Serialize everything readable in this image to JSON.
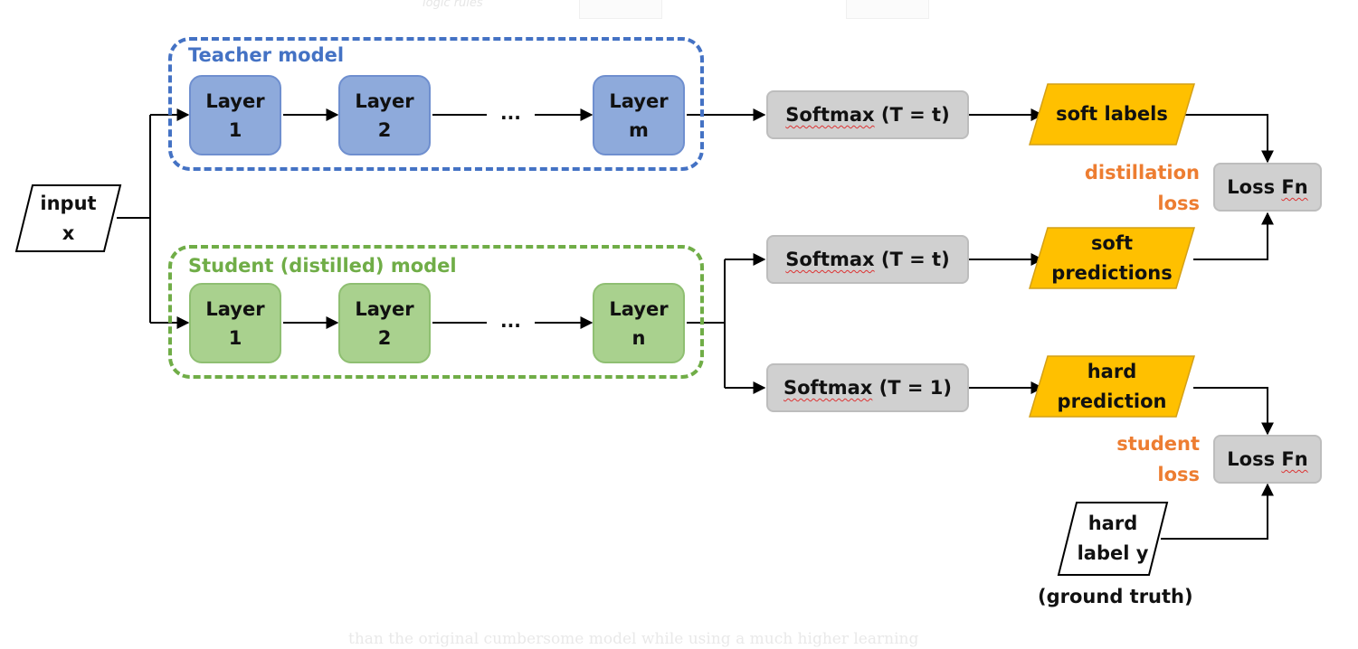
{
  "background_remnants": {
    "top_caption": "logic rules",
    "bottom_caption": "than the original cumbersome model while using a much higher learning"
  },
  "input": {
    "line1": "input",
    "line2": "x"
  },
  "teacher": {
    "title": "Teacher model",
    "layers": [
      {
        "line1": "Layer",
        "line2": "1"
      },
      {
        "line1": "Layer",
        "line2": "2"
      },
      {
        "line1": "Layer",
        "line2": "m"
      }
    ],
    "ellipsis": "..."
  },
  "student": {
    "title": "Student (distilled) model",
    "layers": [
      {
        "line1": "Layer",
        "line2": "1"
      },
      {
        "line1": "Layer",
        "line2": "2"
      },
      {
        "line1": "Layer",
        "line2": "n"
      }
    ],
    "ellipsis": "..."
  },
  "softmax": [
    {
      "name": "Softmax",
      "param": "(T = t)"
    },
    {
      "name": "Softmax",
      "param": "(T = t)"
    },
    {
      "name": "Softmax",
      "param": "(T = 1)"
    }
  ],
  "outputs": {
    "soft_labels": {
      "line1": "soft labels"
    },
    "soft_predictions": {
      "line1": "soft",
      "line2": "predictions"
    },
    "hard_prediction": {
      "line1": "hard",
      "line2": "prediction"
    }
  },
  "losses": {
    "distillation": {
      "word1": "distillation",
      "word2": "loss",
      "box": {
        "w1": "Loss",
        "w2": "Fn"
      }
    },
    "student": {
      "word1": "student",
      "word2": "loss",
      "box": {
        "w1": "Loss",
        "w2": "Fn"
      }
    }
  },
  "hard_label": {
    "line1": "hard",
    "line2": "label y",
    "caption": "(ground truth)"
  },
  "colors": {
    "teacher": "#4472c4",
    "student": "#70ad47",
    "teacher_layer_fill": "#8eaadb",
    "student_layer_fill": "#a9d18e",
    "softmax_fill": "#d0d0d0",
    "output_fill": "#ffc000",
    "loss_label": "#ed7d31"
  }
}
